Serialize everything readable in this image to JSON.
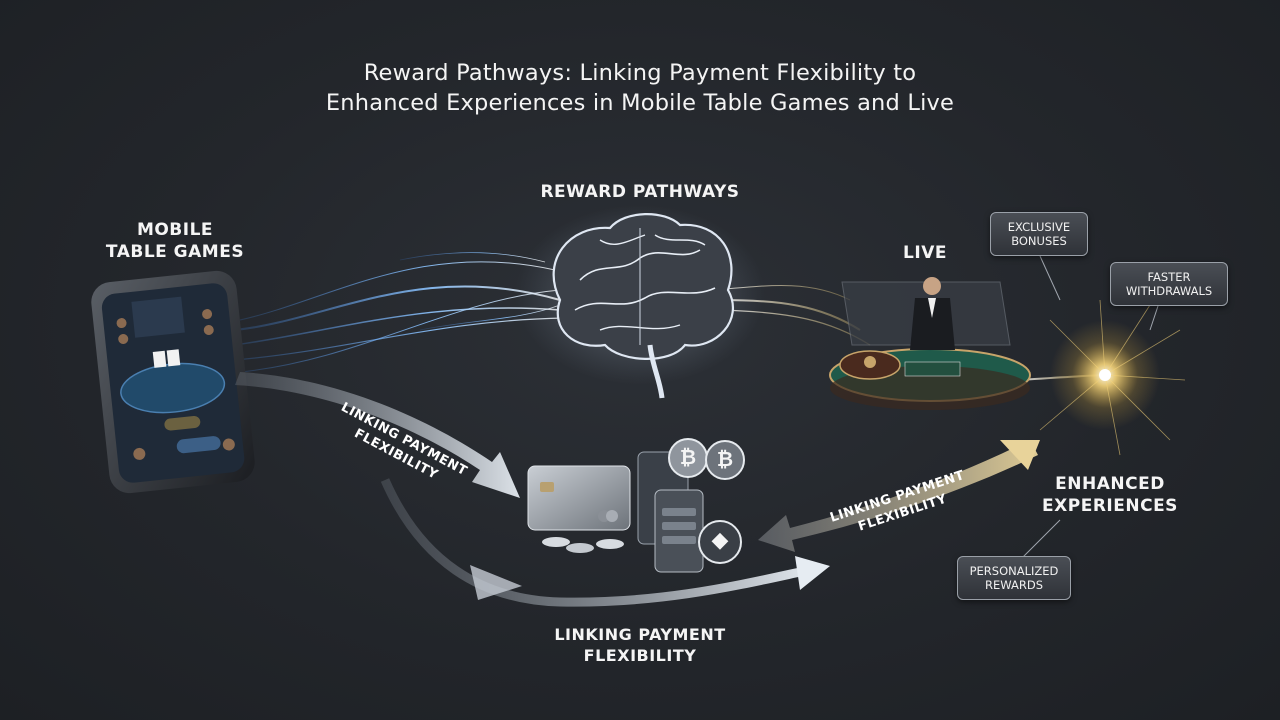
{
  "title": {
    "line1": "Reward Pathways: Linking Payment Flexibility to",
    "line2": "Enhanced Experiences in Mobile Table Games and Live"
  },
  "nodes": {
    "mobile": {
      "line1": "MOBILE",
      "line2": "TABLE GAMES"
    },
    "brain": {
      "label": "REWARD PATHWAYS"
    },
    "live": {
      "label": "LIVE"
    },
    "enhanced": {
      "line1": "ENHANCED",
      "line2": "EXPERIENCES"
    }
  },
  "benefits": {
    "exclusive": {
      "line1": "EXCLUSIVE",
      "line2": "BONUSES"
    },
    "faster": {
      "line1": "FASTER",
      "line2": "WITHDRAWALS"
    },
    "personalized": {
      "line1": "PERSONALIZED",
      "line2": "REWARDS"
    }
  },
  "arrows": {
    "left": {
      "line1": "LINKING PAYMENT",
      "line2": "FLEXIBILITY"
    },
    "right": {
      "line1": "LINKING PAYMENT",
      "line2": "FLEXIBILITY"
    },
    "bottom": {
      "line1": "LINKING PAYMENT",
      "line2": "FLEXIBILITY"
    }
  },
  "payments": {
    "crypto1": "₿",
    "crypto2": "₿",
    "crypto3": "◆"
  },
  "colors": {
    "background": "#23262b",
    "blue_glow": "#6fb3ff",
    "gold_glow": "#f5d47a",
    "arrow_silver": "#cfd6de",
    "arrow_gold": "#d9c08a"
  }
}
